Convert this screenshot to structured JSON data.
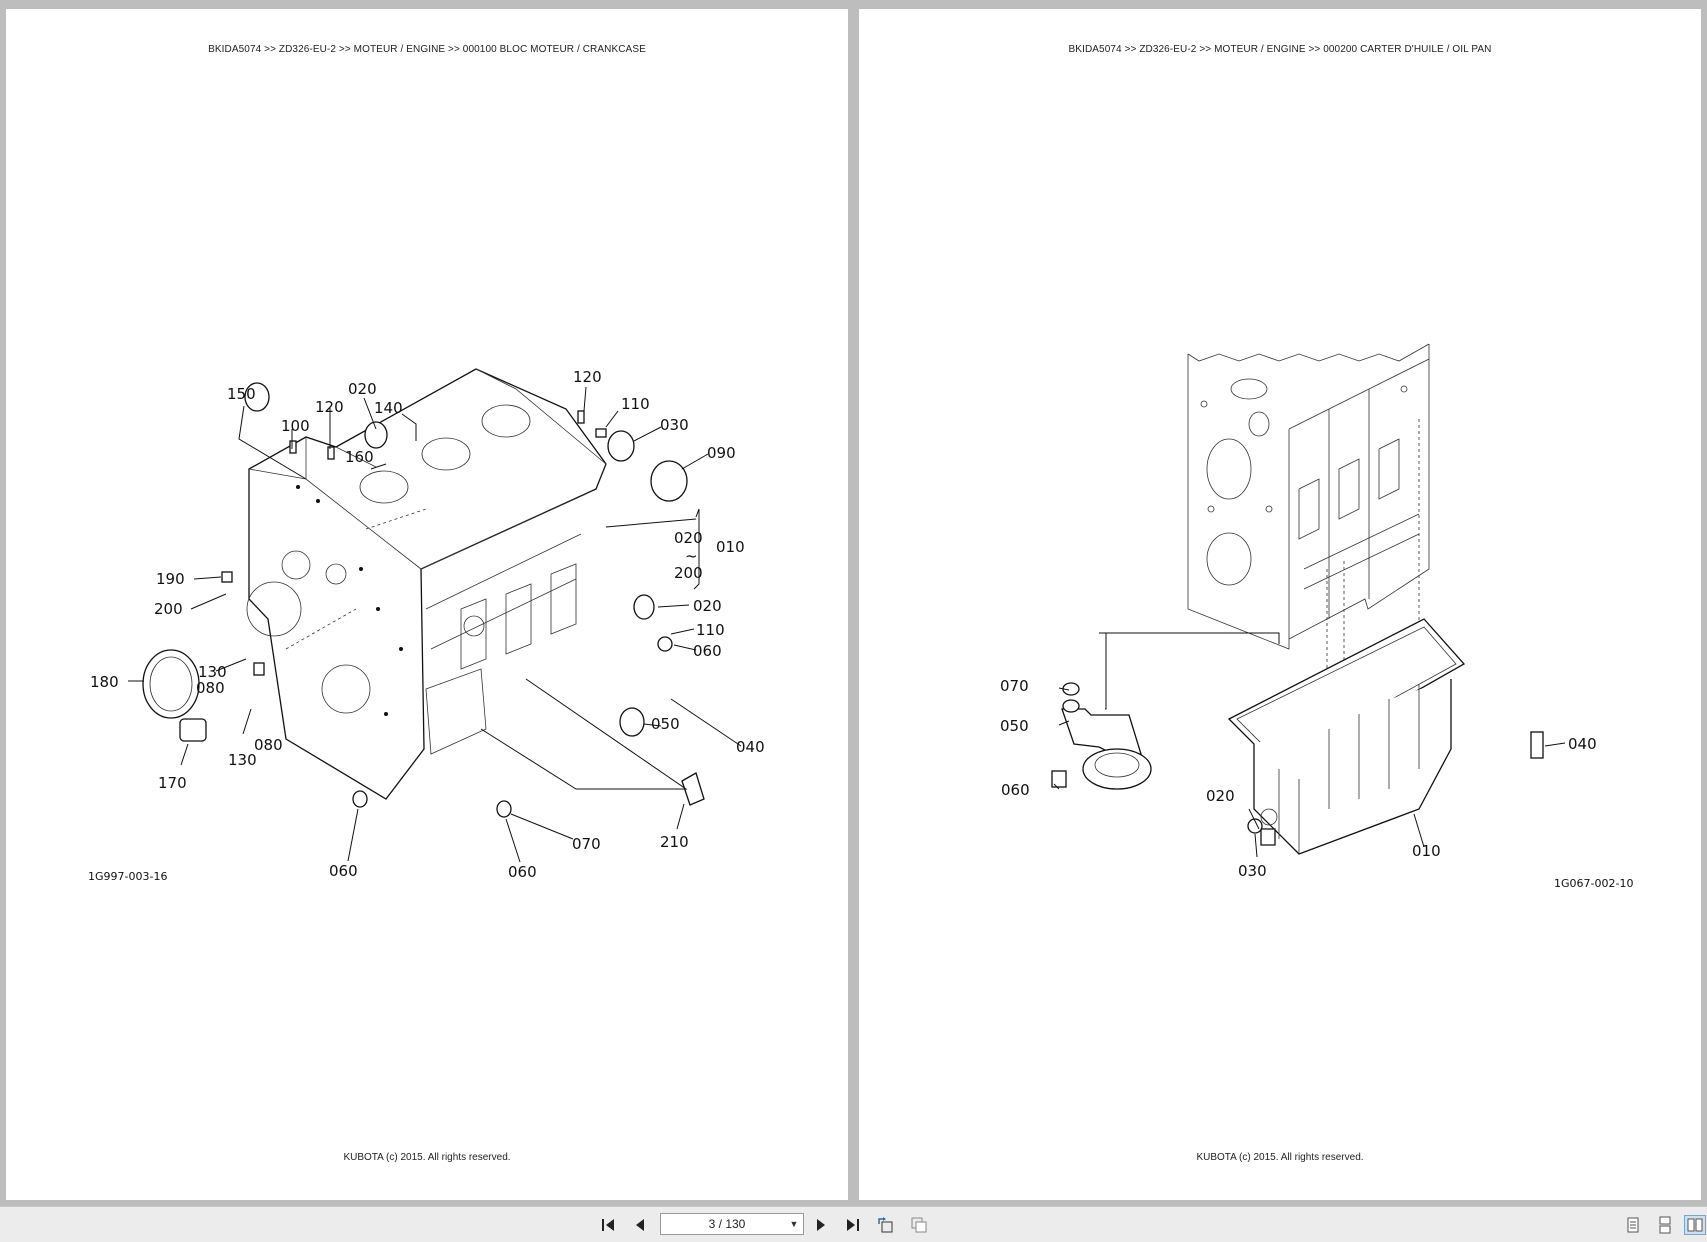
{
  "pages": [
    {
      "header": "BKIDA5074 >> ZD326-EU-2 >> MOTEUR / ENGINE >> 000100   BLOC MOTEUR / CRANKCASE",
      "figure_code": "1G997-003-16",
      "footer": "KUBOTA (c) 2015. All rights reserved.",
      "callouts": [
        "150",
        "100",
        "120",
        "020",
        "140",
        "160",
        "120",
        "110",
        "030",
        "090",
        "020",
        "~",
        "200",
        "010",
        "020",
        "110",
        "060",
        "190",
        "200",
        "180",
        "130",
        "080",
        "130",
        "080",
        "170",
        "050",
        "040",
        "210",
        "070",
        "060",
        "060"
      ]
    },
    {
      "header": "BKIDA5074 >> ZD326-EU-2 >> MOTEUR / ENGINE >> 000200   CARTER D'HUILE / OIL PAN",
      "figure_code": "1G067-002-10",
      "footer": "KUBOTA (c) 2015. All rights reserved.",
      "callouts": [
        "070",
        "050",
        "060",
        "040",
        "020",
        "010",
        "030"
      ]
    }
  ],
  "toolbar": {
    "page_indicator": "3 / 130",
    "icons": [
      "first-page-icon",
      "previous-page-icon",
      "next-page-icon",
      "last-page-icon",
      "rotate-icon",
      "extract-icon",
      "single-page-view-icon",
      "continuous-view-icon",
      "two-page-view-icon"
    ]
  }
}
